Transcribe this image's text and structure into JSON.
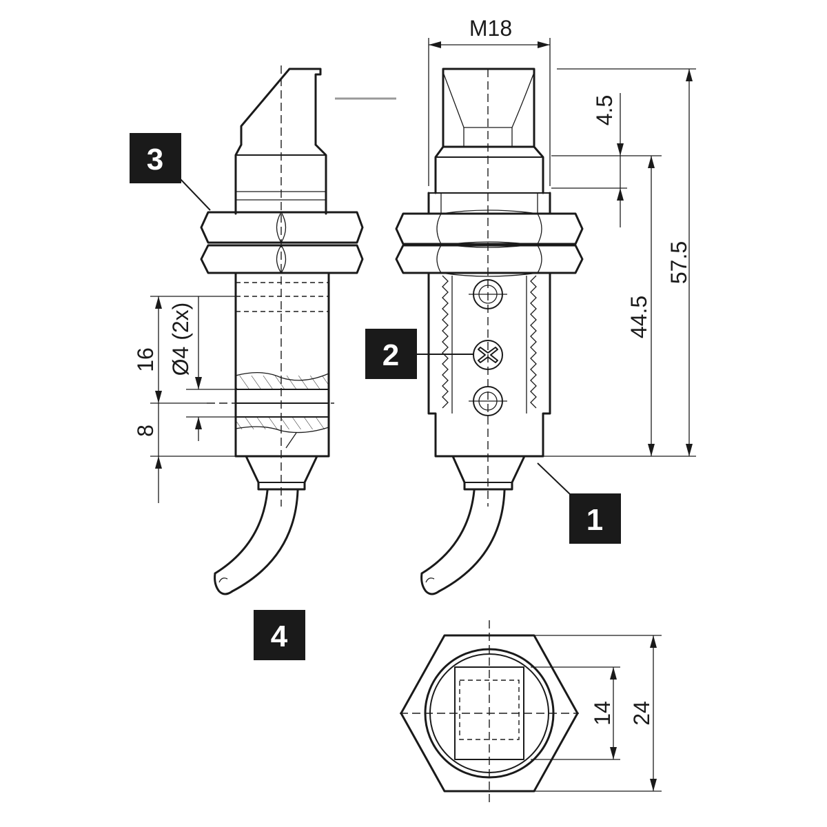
{
  "dimensions": {
    "thread": "M18",
    "front_length": "4.5",
    "thread_length": "44.5",
    "total_length": "57.5",
    "hole_spacing": "16",
    "hole_diameter": "Ø4 (2x)",
    "hole_offset": "8",
    "window_width": "14",
    "nut_width": "24"
  },
  "callouts": {
    "c1": "1",
    "c2": "2",
    "c3": "3",
    "c4": "4"
  },
  "colors": {
    "line": "#1a1a1a",
    "badge_background": "#1a1a1a",
    "badge_text": "#ffffff",
    "grey_line": "#999999"
  }
}
